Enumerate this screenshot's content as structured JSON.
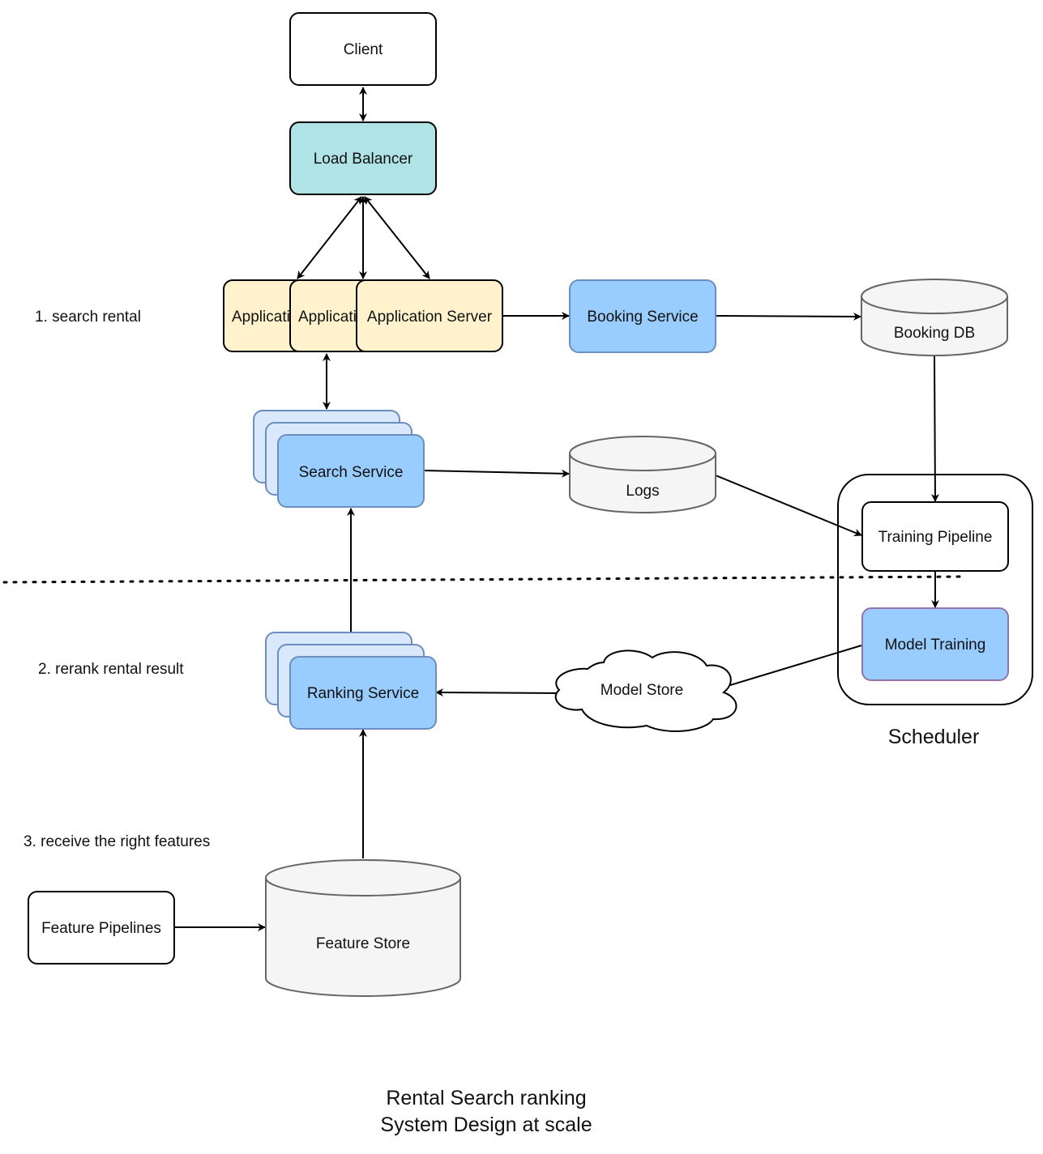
{
  "diagram": {
    "title_line1": "Rental Search ranking",
    "title_line2": "System Design at scale",
    "steps": {
      "step1": "1. search rental",
      "step2": "2. rerank rental result",
      "step3": "3. receive the right features"
    },
    "nodes": {
      "client": "Client",
      "load_balancer": "Load Balancer",
      "app_server_1": "Application Server",
      "app_server_2": "Application Server",
      "app_server_3": "Application Server",
      "booking_service": "Booking Service",
      "booking_db": "Booking DB",
      "search_service": "Search Service",
      "logs": "Logs",
      "training_pipeline": "Training Pipeline",
      "model_training": "Model Training",
      "scheduler": "Scheduler",
      "model_store": "Model Store",
      "ranking_service": "Ranking Service",
      "feature_pipelines": "Feature Pipelines",
      "feature_store": "Feature Store"
    },
    "colors": {
      "load_balancer": "#b0e3e6",
      "app_server": "#fff2cc",
      "service_blue": "#99ccff",
      "service_stack_light": "#dae8fc",
      "database": "#f5f5f5",
      "model_training_border": "#9673a6"
    }
  }
}
